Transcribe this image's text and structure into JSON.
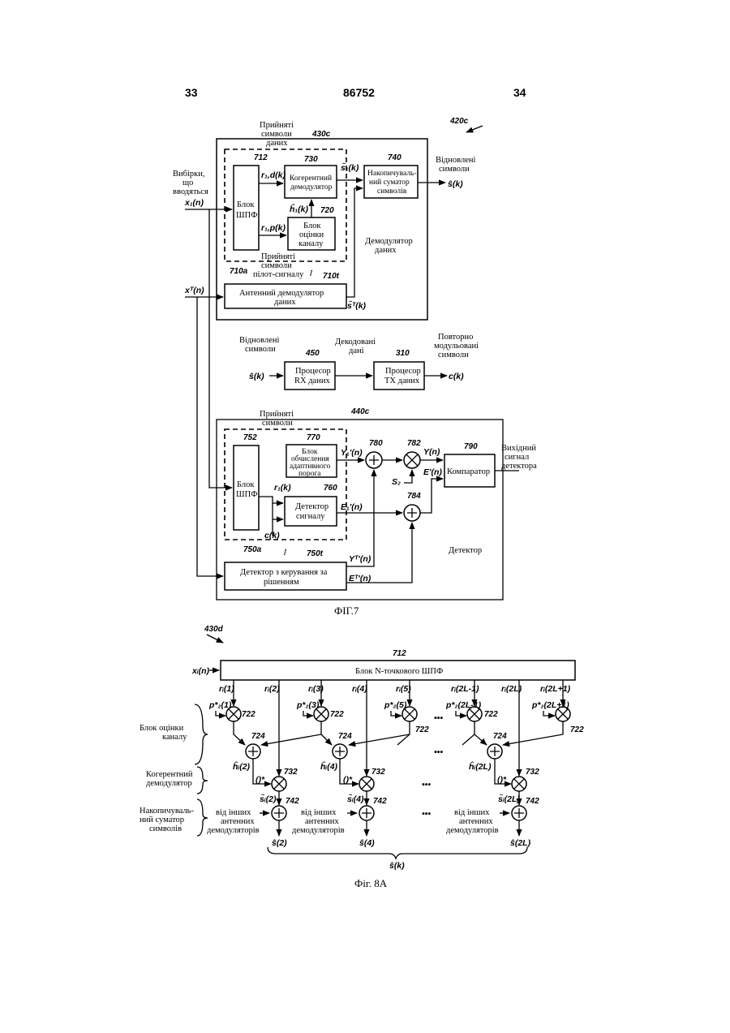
{
  "header": {
    "left_page": "33",
    "patent_no": "86752",
    "right_page": "34"
  },
  "fig7": {
    "ref_420c": "420c",
    "ref_430c": "430c",
    "ref_440c": "440c",
    "received_data_symbols": [
      "Прийняті",
      "символи",
      "даних"
    ],
    "received_pilot_symbols": [
      "Прийняті",
      "символи",
      "пілот-сигналу"
    ],
    "input_samples": [
      "Вибірки,",
      "що",
      "вводяться"
    ],
    "x1": "x₁(n)",
    "xT": "xᵀ(n)",
    "ref_712": "712",
    "fft_block": [
      "Блок",
      "ШПФ"
    ],
    "r1d": "r₁,d(k)",
    "r1p": "r₁,p(k)",
    "ref_730": "730",
    "coherent_demod": [
      "Когерентний",
      "демодулятор"
    ],
    "s1k": "s̃₁(k)",
    "ref_720": "720",
    "h1k": "ĥ₁(k)",
    "channel_est": [
      "Блок",
      "оцінки",
      "каналу"
    ],
    "ref_740": "740",
    "accumulator": [
      "Накопичуваль-",
      "ний суматор",
      "символів"
    ],
    "recovered_symbols": [
      "Відновлені",
      "символи"
    ],
    "s_hat_k": "ŝ(k)",
    "data_demod": [
      "Демодулятор",
      "даних"
    ],
    "ref_710a": "710a",
    "ref_710t": "710t",
    "antenna_demod": [
      "Антенний демодулятор",
      "даних"
    ],
    "sTk": "s̃ᵀ(k)",
    "recovered_symbols2": [
      "Відновлені",
      "символи"
    ],
    "decoded_data": [
      "Декодовані",
      "дані"
    ],
    "remodulated": [
      "Повторно",
      "модульовані",
      "символи"
    ],
    "ref_450": "450",
    "rx_proc": [
      "Процесор",
      "RX даних"
    ],
    "ref_310": "310",
    "tx_proc": [
      "Процесор",
      "TX даних"
    ],
    "ck": "c(k)",
    "received_symbols": [
      "Прийняті",
      "символи"
    ],
    "ref_752": "752",
    "ref_770": "770",
    "adaptive_thr": [
      "Блок",
      "обчислення",
      "адаптивного",
      "порога"
    ],
    "y1n": "Y₁'(n)",
    "ref_780": "780",
    "ref_782": "782",
    "Yn": "Y(n)",
    "ref_790": "790",
    "comparator": "Компаратор",
    "detector_out": [
      "Вихідний",
      "сигнал",
      "детектора"
    ],
    "Sz": "S₂",
    "En": "E'(n)",
    "ref_784": "784",
    "r1k": "r₁(k)",
    "ref_760": "760",
    "sig_detector": [
      "Детектор",
      "сигналу"
    ],
    "E1n": "E₁'(n)",
    "ck2": "c(k)",
    "ref_750a": "750a",
    "ref_750t": "750t",
    "decision_detector": [
      "Детектор з керування за",
      "рішенням"
    ],
    "yTn": "Yᵀ'(n)",
    "ETn": "Eᵀ'(n)",
    "detector": "Детектор",
    "caption": "ФІГ.7"
  },
  "fig8a": {
    "ref_430d": "430d",
    "ref_712": "712",
    "nfft_block": "Блок N-точкового ШПФ",
    "xin": "xᵢ(n)",
    "r": [
      "rᵢ(1)",
      "rᵢ(2)",
      "rᵢ(3)",
      "rᵢ(4)",
      "rᵢ(5)",
      "rᵢ(2L-1)",
      "rᵢ(2L)",
      "rᵢ(2L+1)"
    ],
    "p": [
      "p*₂(1)",
      "p*₂(3)",
      "p*₂(5)",
      "p*₂(2L-1)",
      "p*₂(2L+1)"
    ],
    "ref_722": "722",
    "ref_724": "724",
    "ref_732": "732",
    "ref_742": "742",
    "h": [
      "ĥᵢ(2)",
      "ĥᵢ(4)",
      "ĥᵢ(2L)"
    ],
    "conj": "()*",
    "s_tilde": [
      "s̃ᵢ(2)",
      "s̃ᵢ(4)",
      "s̃ᵢ(2L)"
    ],
    "from_other": [
      "від інших",
      "антенних",
      "демодуляторів"
    ],
    "s_hat": [
      "ŝ(2)",
      "ŝ(4)",
      "ŝ(2L)"
    ],
    "s_hat_k": "ŝ(k)",
    "ellipsis": "•••",
    "label_channel": [
      "Блок оцінки",
      "каналу"
    ],
    "label_coh": [
      "Когерентний",
      "демодулятор"
    ],
    "label_acc": [
      "Накопичуваль-",
      "ний суматор",
      "символів"
    ],
    "caption": "Фіг. 8А"
  }
}
